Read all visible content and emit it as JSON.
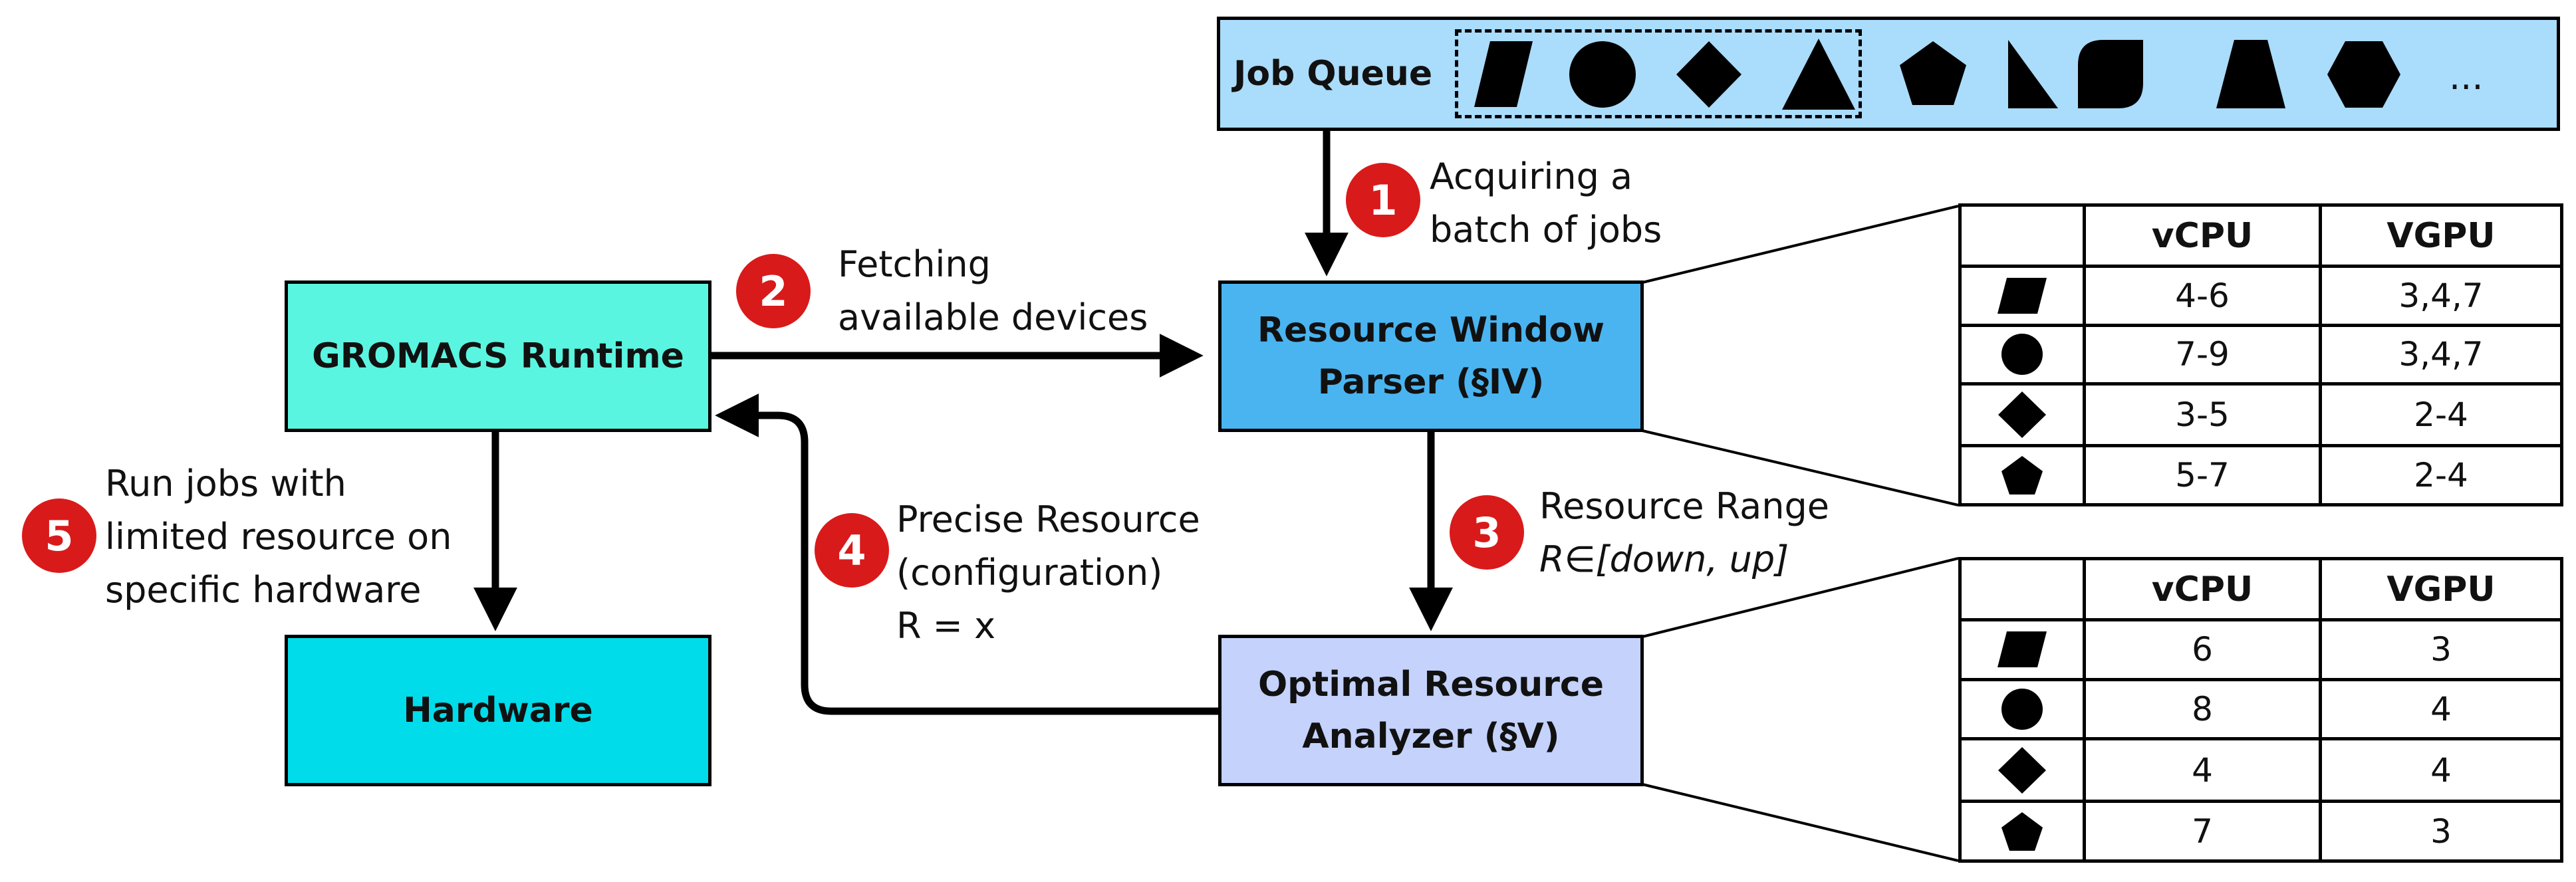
{
  "job_queue": {
    "label": "Job Queue",
    "ellipsis": "...",
    "shapes": [
      "parallelogram-icon",
      "circle-icon",
      "diamond-icon",
      "triangle-icon",
      "pentagon-icon",
      "right-triangle-icon",
      "rounded-square-icon",
      "trapezoid-icon",
      "hexagon-icon"
    ]
  },
  "nodes": {
    "runtime": "GROMACS Runtime",
    "parser_line1": "Resource Window",
    "parser_line2": "Parser (§IV)",
    "hardware": "Hardware",
    "analyzer_line1": "Optimal Resource",
    "analyzer_line2": "Analyzer (§V)"
  },
  "steps": [
    {
      "num": "1",
      "line1": "Acquiring a",
      "line2": "batch of jobs"
    },
    {
      "num": "2",
      "line1": "Fetching",
      "line2": "available devices"
    },
    {
      "num": "3",
      "line1": "Resource Range",
      "line2": "R∈[down, up]"
    },
    {
      "num": "4",
      "line1": "Precise Resource",
      "line2": "(configuration)",
      "line3": "R = x"
    },
    {
      "num": "5",
      "line1": "Run jobs with",
      "line2": "limited resource on",
      "line3": "specific hardware"
    }
  ],
  "range_table": {
    "headers": [
      "",
      "vCPU",
      "VGPU"
    ],
    "rows": [
      {
        "shape": "parallelogram-icon",
        "vcpu": "4-6",
        "vgpu": "3,4,7"
      },
      {
        "shape": "circle-icon",
        "vcpu": "7-9",
        "vgpu": "3,4,7"
      },
      {
        "shape": "diamond-icon",
        "vcpu": "3-5",
        "vgpu": "2-4"
      },
      {
        "shape": "pentagon-icon",
        "vcpu": "5-7",
        "vgpu": "2-4"
      }
    ]
  },
  "optimal_table": {
    "headers": [
      "",
      "vCPU",
      "VGPU"
    ],
    "rows": [
      {
        "shape": "parallelogram-icon",
        "vcpu": "6",
        "vgpu": "3"
      },
      {
        "shape": "circle-icon",
        "vcpu": "8",
        "vgpu": "4"
      },
      {
        "shape": "diamond-icon",
        "vcpu": "4",
        "vgpu": "4"
      },
      {
        "shape": "pentagon-icon",
        "vcpu": "7",
        "vgpu": "3"
      }
    ]
  },
  "colors": {
    "queue_bg": "#aadcfb",
    "runtime_bg": "#5af5e0",
    "parser_bg": "#4ab4f0",
    "hardware_bg": "#00dcea",
    "analyzer_bg": "#c4d2fc",
    "badge": "#d91a1a"
  }
}
